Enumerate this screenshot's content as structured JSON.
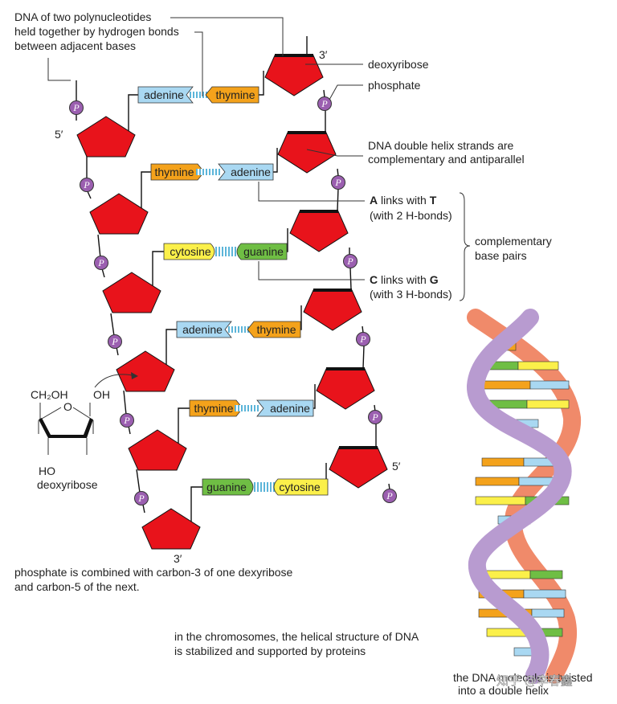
{
  "colors": {
    "sugar": "#e8131b",
    "phosphate": "#9b5fb0",
    "adenine": "#a9d8f2",
    "thymine": "#f4a21b",
    "cytosine": "#fbf04a",
    "guanine": "#6fbe44",
    "hbond": "#5cb5d9",
    "helix_back": "#f08a6a",
    "helix_front": "#b89bd0"
  },
  "labels": {
    "title_line1": "DNA of two polynucleotides",
    "title_line2": "held together by hydrogen bonds",
    "title_line3": "between adjacent bases",
    "deoxyribose": "deoxyribose",
    "phosphate": "phosphate",
    "strands_line1": "DNA double helix strands are",
    "strands_line2": "complementary and antiparallel",
    "at_a": "A",
    "at_mid": " links with ",
    "at_t": "T",
    "at_line2": "(with 2 H-bonds)",
    "cg_c": "C",
    "cg_mid": " links with ",
    "cg_g": "G",
    "cg_line2": "(with 3 H-bonds)",
    "comp_line1": "complementary",
    "comp_line2": "base pairs",
    "prime3_top": "3′",
    "prime5_left": "5′",
    "prime5_right": "5′",
    "prime3_bottom": "3′",
    "sugar_ch2oh": "CH₂OH",
    "sugar_oh": "OH",
    "sugar_o": "O",
    "sugar_ho": "HO",
    "sugar_name": "deoxyribose",
    "phos_line1": "phosphate is combined with carbon-3 of one dexyribose",
    "phos_line2": "and carbon-5 of the next.",
    "chrom_line1": "in the chromosomes, the helical structure of DNA",
    "chrom_line2": "is stabilized and supported by proteins",
    "helix_line1": "the DNA molecule is twisted",
    "helix_line2": "into a double helix",
    "watermark": "知乎 @李春鑫",
    "pi": "P"
  },
  "base_pairs": [
    {
      "left": "adenine",
      "right": "thymine"
    },
    {
      "left": "thymine",
      "right": "adenine"
    },
    {
      "left": "cytosine",
      "right": "guanine"
    },
    {
      "left": "adenine",
      "right": "thymine"
    },
    {
      "left": "thymine",
      "right": "adenine"
    },
    {
      "left": "guanine",
      "right": "cytosine"
    }
  ]
}
